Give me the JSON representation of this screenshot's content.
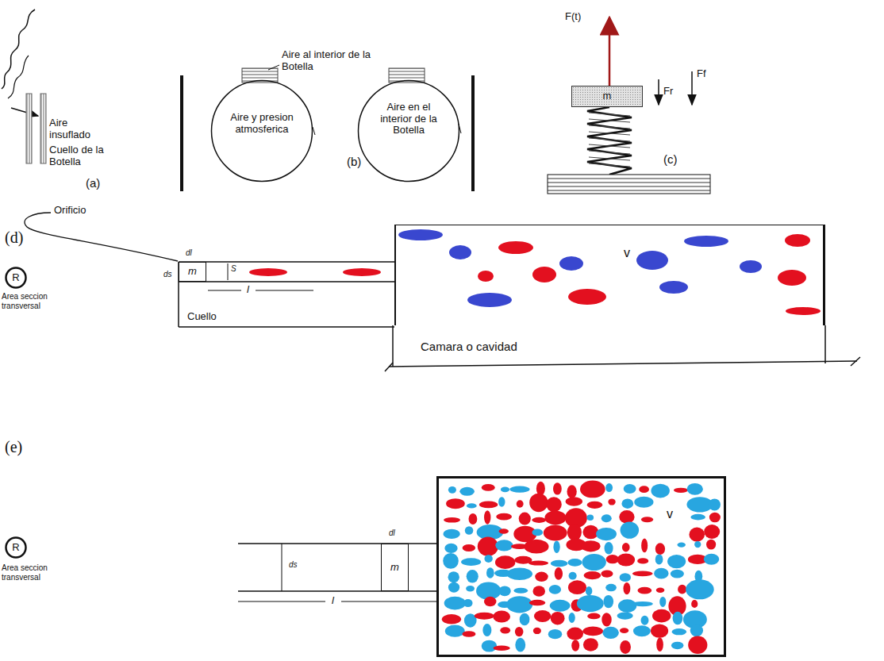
{
  "diagram": {
    "nodes": [
      {
        "text": [
          "Aire y presion atmosferica"
        ]
      },
      {
        "text": [
          "Aire en el interior de la Botella"
        ]
      },
      {
        "text": [
          "m"
        ]
      },
      {
        "text": [
          "R"
        ]
      },
      {
        "text": [
          "m"
        ]
      },
      {
        "text": [
          "v"
        ]
      },
      {
        "text": [
          "R"
        ]
      },
      {
        "text": [
          "m"
        ]
      },
      {
        "text": [
          "v"
        ]
      }
    ],
    "labels": [
      "Aire insuflado",
      "Cuello de la Botella",
      "(a)",
      "Aire al interior de la Botella",
      "(b)",
      "F(t)",
      "Fr",
      "Ff",
      "(c)",
      "(d)",
      "Orificio",
      "Area seccion transversal",
      "dl",
      "ds",
      "S",
      "l",
      "Cuello",
      "Camara o cavidad",
      "(e)",
      "Area seccion transversal",
      "dl",
      "ds",
      "l"
    ]
  }
}
